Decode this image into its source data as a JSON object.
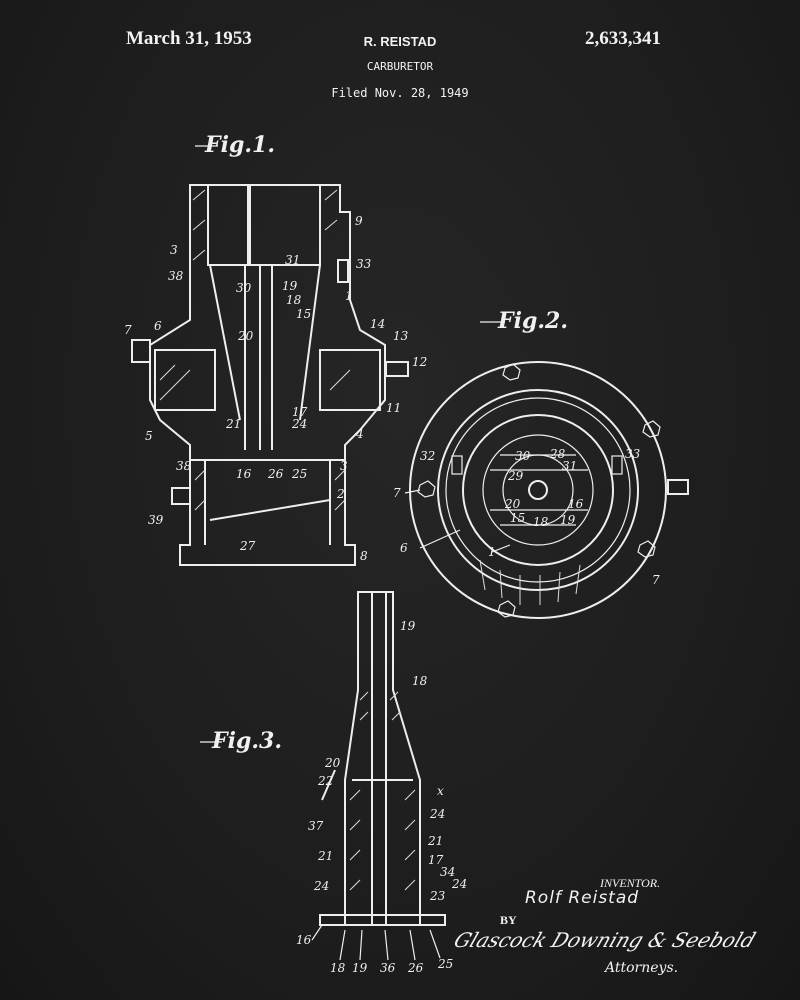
{
  "header": {
    "date": "March 31, 1953",
    "inventor": "R. REISTAD",
    "title": "CARBURETOR",
    "filed": "Filed Nov. 28, 1949",
    "patent_number": "2,633,341"
  },
  "fig1": {
    "title": "Fig.1.",
    "labels": [
      "9",
      "3",
      "31",
      "33",
      "38",
      "30",
      "19",
      "18",
      "1",
      "15",
      "7",
      "6",
      "14",
      "13",
      "12",
      "11",
      "5",
      "4",
      "38",
      "16",
      "26",
      "25",
      "3",
      "2",
      "39",
      "27",
      "8",
      "20",
      "17",
      "24",
      "21"
    ]
  },
  "fig2": {
    "title": "Fig.2.",
    "labels": [
      "32",
      "30",
      "28",
      "31",
      "33",
      "29",
      "20",
      "15",
      "18",
      "19",
      "16",
      "7",
      "6",
      "1",
      "7"
    ]
  },
  "fig3": {
    "title": "Fig.3.",
    "labels": [
      "19",
      "18",
      "20",
      "22",
      "x",
      "24",
      "37",
      "21",
      "21",
      "17",
      "34",
      "24",
      "24",
      "23",
      "16",
      "18",
      "19",
      "36",
      "26",
      "25"
    ]
  },
  "signature": {
    "inventor_label": "INVENTOR.",
    "inventor_name": "Rolf Reistad",
    "by": "BY",
    "signature_text": "Glascock Downing & Seebold",
    "attorneys": "Attorneys."
  }
}
